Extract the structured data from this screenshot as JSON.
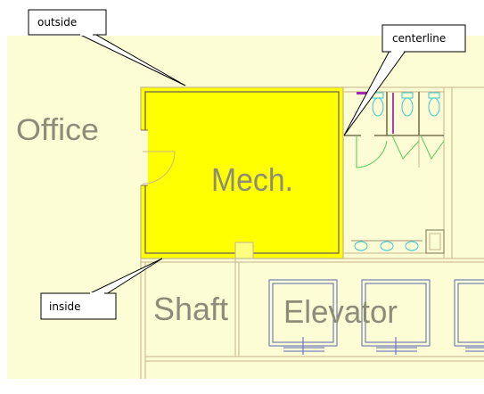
{
  "callouts": {
    "outside": "outside",
    "centerline": "centerline",
    "inside": "inside"
  },
  "rooms": {
    "office": "Office",
    "mech": "Mech.",
    "shaft": "Shaft",
    "elevator": "Elevator"
  },
  "colors": {
    "background": "#fdfdd5",
    "mech_fill": "#ffff00",
    "wall_line": "#c8b48c",
    "wall_dark": "#787050",
    "fixture_cyan": "#3cc8d2",
    "fixture_green": "#5ac85a",
    "elevator_blue": "#5a64b4",
    "magenta": "#a028b4",
    "room_text": "#8c8c78"
  },
  "icons": [
    "door-swing-icon",
    "toilet-icon",
    "sink-icon",
    "leader-arrow-icon"
  ]
}
